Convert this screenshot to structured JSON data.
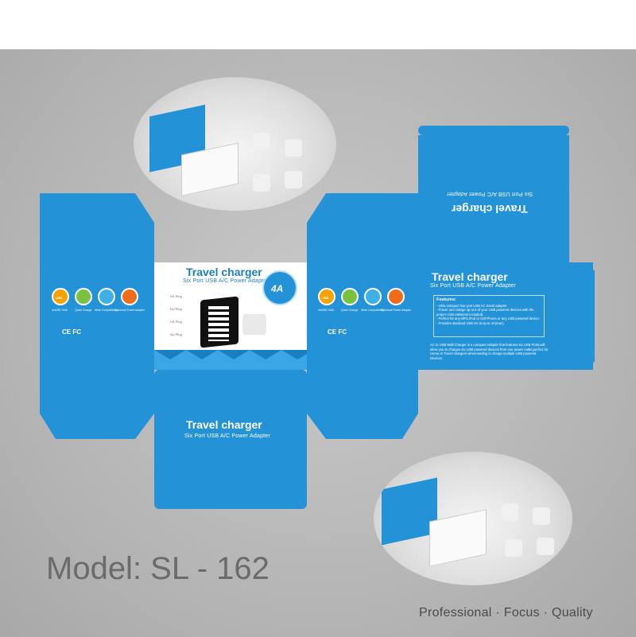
{
  "model_label": "Model: SL - 162",
  "slogan": "Professional · Focus · Quality",
  "box": {
    "title": "Travel charger",
    "subtitle": "Six Port USB A/C Power Adapter",
    "amp_badge": "4A",
    "plug_labels": [
      "UK Plug",
      "EU Plug",
      "US Plug",
      "AU Plug"
    ],
    "icons": [
      {
        "name": "usb-icon",
        "color": "#f5a300",
        "badge": "USB",
        "label": "4xUSB 7x3A"
      },
      {
        "name": "quick-charge-icon",
        "color": "#7ac142",
        "label": "Quick Charge"
      },
      {
        "name": "wide-compatibility-icon",
        "color": "#3fb0e6",
        "label": "Wide Compatibility"
      },
      {
        "name": "universal-adapter-icon",
        "color": "#ef6c1a",
        "label": "Universal Travel Adapter"
      }
    ],
    "certs": "CE FC",
    "features_title": "Features:",
    "features": [
      "- Ultra compact four port USB AC travel adapter",
      "- Power and charge up to 6 of your USB powered devices with the proper USB cable(not included)",
      "- Perfect for any MP3,iPod or Cell Phone,or any USB powered device.",
      "- Provides standard USB 5V at up to 4A(max)"
    ],
    "description": "AC to USB Wall Charger is a compact Adapter that features six USB Ports,will allow you to charges six USB powered devices from one power outlet,perfect for Home or Travel chargers whenneeding to charge multiple USB powered Devices."
  },
  "colors": {
    "box_blue": "#2392d6",
    "accent_orange": "#f5a300"
  }
}
